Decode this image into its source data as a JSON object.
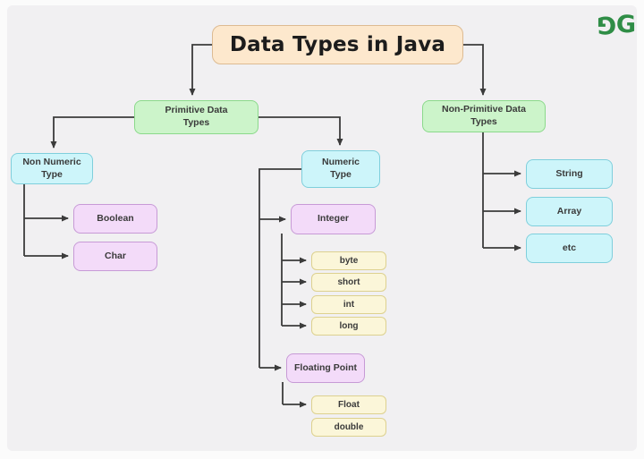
{
  "title": {
    "label": "Data Types in Java"
  },
  "logo": {
    "name": "geeksforgeeks-logo",
    "letter": "G",
    "color": "#2f8d46"
  },
  "palette": {
    "canvas_background": "#f1f0f2",
    "frame": "#fbfbfb",
    "root_fill": "#fde8cd",
    "root_border": "#ddbb92",
    "category_fill": "#ccf4ca",
    "category_border": "#8bd98b",
    "type_fill": "#cdf5fa",
    "type_border": "#7fcfdc",
    "group_fill": "#f3dbf9",
    "group_border": "#c79ad6",
    "leaf_fill": "#fbf6d9",
    "leaf_border": "#ddd18f",
    "connector_line": "#3b3b3b"
  },
  "nodes": {
    "primitive": {
      "label": "Primitive Data Types",
      "kind": "category"
    },
    "non_primitive": {
      "label": "Non-Primitive Data Types",
      "kind": "category"
    },
    "non_numeric": {
      "label": "Non Numeric Type",
      "kind": "type"
    },
    "numeric": {
      "label": "Numeric Type",
      "kind": "type"
    },
    "boolean": {
      "label": "Boolean",
      "kind": "group"
    },
    "char": {
      "label": "Char",
      "kind": "group"
    },
    "integer": {
      "label": "Integer",
      "kind": "group"
    },
    "floating_point": {
      "label": "Floating Point",
      "kind": "group"
    },
    "byte": {
      "label": "byte",
      "kind": "leaf"
    },
    "short": {
      "label": "short",
      "kind": "leaf"
    },
    "int": {
      "label": "int",
      "kind": "leaf"
    },
    "long": {
      "label": "long",
      "kind": "leaf"
    },
    "float": {
      "label": "Float",
      "kind": "leaf"
    },
    "double": {
      "label": "double",
      "kind": "leaf"
    },
    "string": {
      "label": "String",
      "kind": "type"
    },
    "array": {
      "label": "Array",
      "kind": "type"
    },
    "etc": {
      "label": "etc",
      "kind": "type"
    }
  },
  "edges": [
    {
      "from": "title",
      "to": "primitive"
    },
    {
      "from": "title",
      "to": "non_primitive"
    },
    {
      "from": "primitive",
      "to": "non_numeric"
    },
    {
      "from": "primitive",
      "to": "numeric"
    },
    {
      "from": "non_numeric",
      "to": "boolean"
    },
    {
      "from": "non_numeric",
      "to": "char"
    },
    {
      "from": "numeric",
      "to": "integer"
    },
    {
      "from": "numeric",
      "to": "floating_point"
    },
    {
      "from": "integer",
      "to": "byte"
    },
    {
      "from": "integer",
      "to": "short"
    },
    {
      "from": "integer",
      "to": "int"
    },
    {
      "from": "integer",
      "to": "long"
    },
    {
      "from": "floating_point",
      "to": "float"
    },
    {
      "from": "non_primitive",
      "to": "string"
    },
    {
      "from": "non_primitive",
      "to": "array"
    },
    {
      "from": "non_primitive",
      "to": "etc"
    }
  ]
}
